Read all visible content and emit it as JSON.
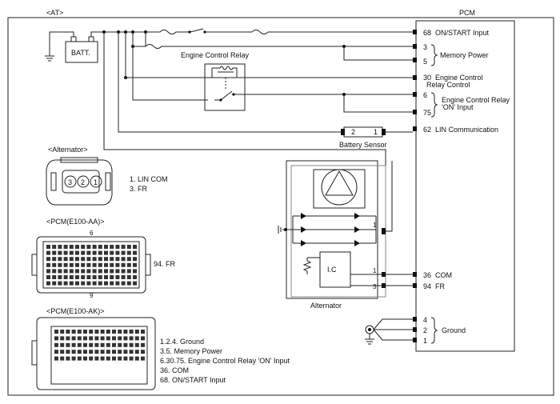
{
  "at_label": "<AT>",
  "pcm_title": "PCM",
  "battery_label": "BATT.",
  "relay_label": "Engine Control Relay",
  "battery_sensor_label": "Battery Sensor",
  "battery_sensor_pins": [
    "2",
    "1"
  ],
  "alternator_label": "Alternator",
  "ic_label": "I.C",
  "alt_pins": [
    "1",
    "1",
    "3"
  ],
  "pcm_pins": [
    {
      "num": "68",
      "label": "ON/START Input"
    },
    {
      "num": "3",
      "label": ""
    },
    {
      "num": "5",
      "label": ""
    },
    {
      "num": "30",
      "label": "Engine Control"
    },
    {
      "num": "",
      "label": "Relay Control"
    },
    {
      "num": "6",
      "label": ""
    },
    {
      "num": "75",
      "label": ""
    },
    {
      "num": "62",
      "label": "LIN Communication"
    },
    {
      "num": "36",
      "label": "COM"
    },
    {
      "num": "94",
      "label": "FR"
    },
    {
      "num": "4",
      "label": ""
    },
    {
      "num": "2",
      "label": ""
    },
    {
      "num": "1",
      "label": ""
    }
  ],
  "group_labels": {
    "memory_power": "Memory Power",
    "ecr_on_1": "Engine Control Relay",
    "ecr_on_2": "'ON' Input",
    "ground": "Ground"
  },
  "alternator_connector": {
    "title": "<Alternator>",
    "pins": [
      "3",
      "2",
      "1"
    ],
    "legend": [
      "1. LIN COM",
      "3. FR"
    ]
  },
  "pcm_aa": {
    "title": "<PCM(E100-AA)>",
    "marks": [
      "6",
      "9"
    ],
    "legend": "94. FR"
  },
  "pcm_ak": {
    "title": "<PCM(E100-AK)>",
    "legend": [
      "1.2.4. Ground",
      "3.5. Memory Power",
      "6.30.75. Engine Control Relay 'ON' Input",
      "36. COM",
      "68. ON/START Input"
    ]
  }
}
